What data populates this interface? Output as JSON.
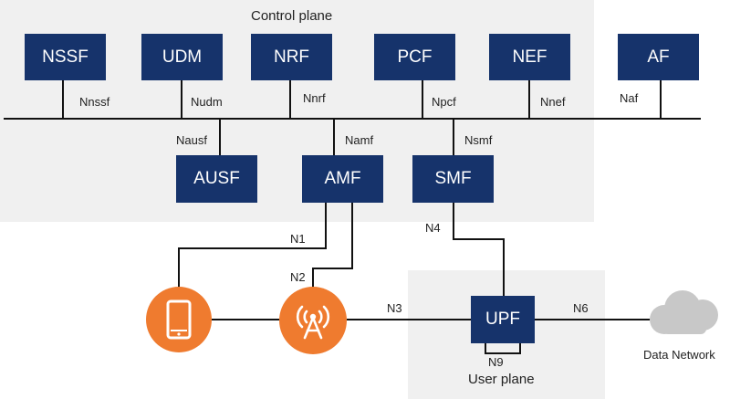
{
  "control_plane": {
    "title": "Control plane",
    "functions": [
      {
        "name": "NSSF",
        "interface": "Nnssf"
      },
      {
        "name": "UDM",
        "interface": "Nudm"
      },
      {
        "name": "NRF",
        "interface": "Nnrf"
      },
      {
        "name": "PCF",
        "interface": "Npcf"
      },
      {
        "name": "NEF",
        "interface": "Nnef"
      },
      {
        "name": "AF",
        "interface": "Naf"
      }
    ],
    "lower_functions": [
      {
        "name": "AUSF",
        "interface": "Nausf"
      },
      {
        "name": "AMF",
        "interface": "Namf"
      },
      {
        "name": "SMF",
        "interface": "Nsmf"
      }
    ]
  },
  "user_plane": {
    "title": "User plane",
    "upf": "UPF"
  },
  "links": {
    "n1": "N1",
    "n2": "N2",
    "n3": "N3",
    "n4": "N4",
    "n6": "N6",
    "n9": "N9"
  },
  "data_network": "Data Network",
  "icons": {
    "ue": "smartphone-icon",
    "ran": "antenna-tower-icon",
    "dn": "cloud-icon"
  },
  "colors": {
    "nf_box": "#16336b",
    "device_circle": "#ef7b2f",
    "region_bg": "#f0f0f0",
    "cloud": "#c8c8c8"
  }
}
